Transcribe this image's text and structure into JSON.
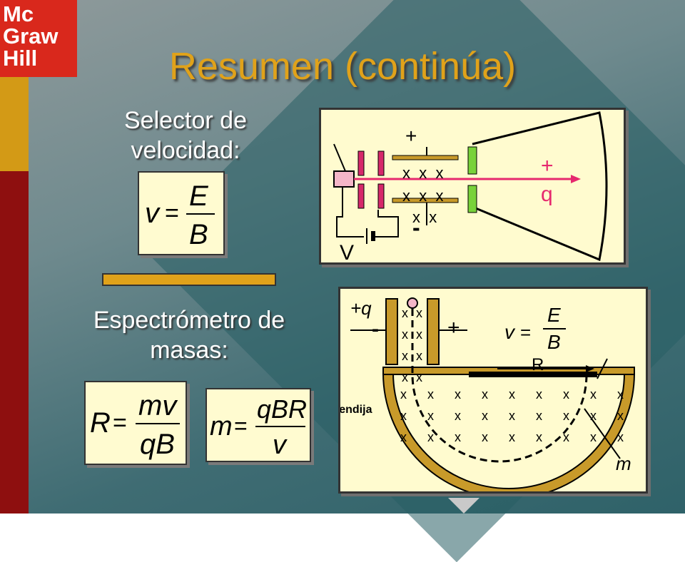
{
  "logo": {
    "line1": "Mc",
    "line2": "Graw",
    "line3": "Hill"
  },
  "title": "Resumen (continúa)",
  "section1": {
    "label_line1": "Selector de",
    "label_line2": "velocidad:"
  },
  "section2": {
    "label_line1": "Espectrómetro de",
    "label_line2": "masas:"
  },
  "formula_velocity": {
    "lhs": "v",
    "num": "E",
    "den": "B"
  },
  "formula_radius": {
    "lhs": "R",
    "num": "mv",
    "den": "qB"
  },
  "formula_mass": {
    "lhs": "m",
    "num": "qBR",
    "den": "v"
  },
  "diagram_selector": {
    "plus_top": "+",
    "minus_bottom": "-",
    "field_row1": "x  x  x",
    "field_row2": "x  x  x",
    "field_row3": "x  x",
    "charge_sign": "+",
    "charge": "q",
    "voltage": "V"
  },
  "diagram_spectrometer": {
    "charge": "+q",
    "minus": "-",
    "plus": "+",
    "v_lhs": "v",
    "v_num": "E",
    "v_den": "B",
    "radius": "R",
    "slit": "rendija",
    "mass": "m",
    "x_mark": "x"
  },
  "colors": {
    "gold": "#e0a21a",
    "red": "#8e0f0f",
    "logo_red": "#d9281c",
    "beam": "#e6286e",
    "panel": "#fffbcf"
  }
}
